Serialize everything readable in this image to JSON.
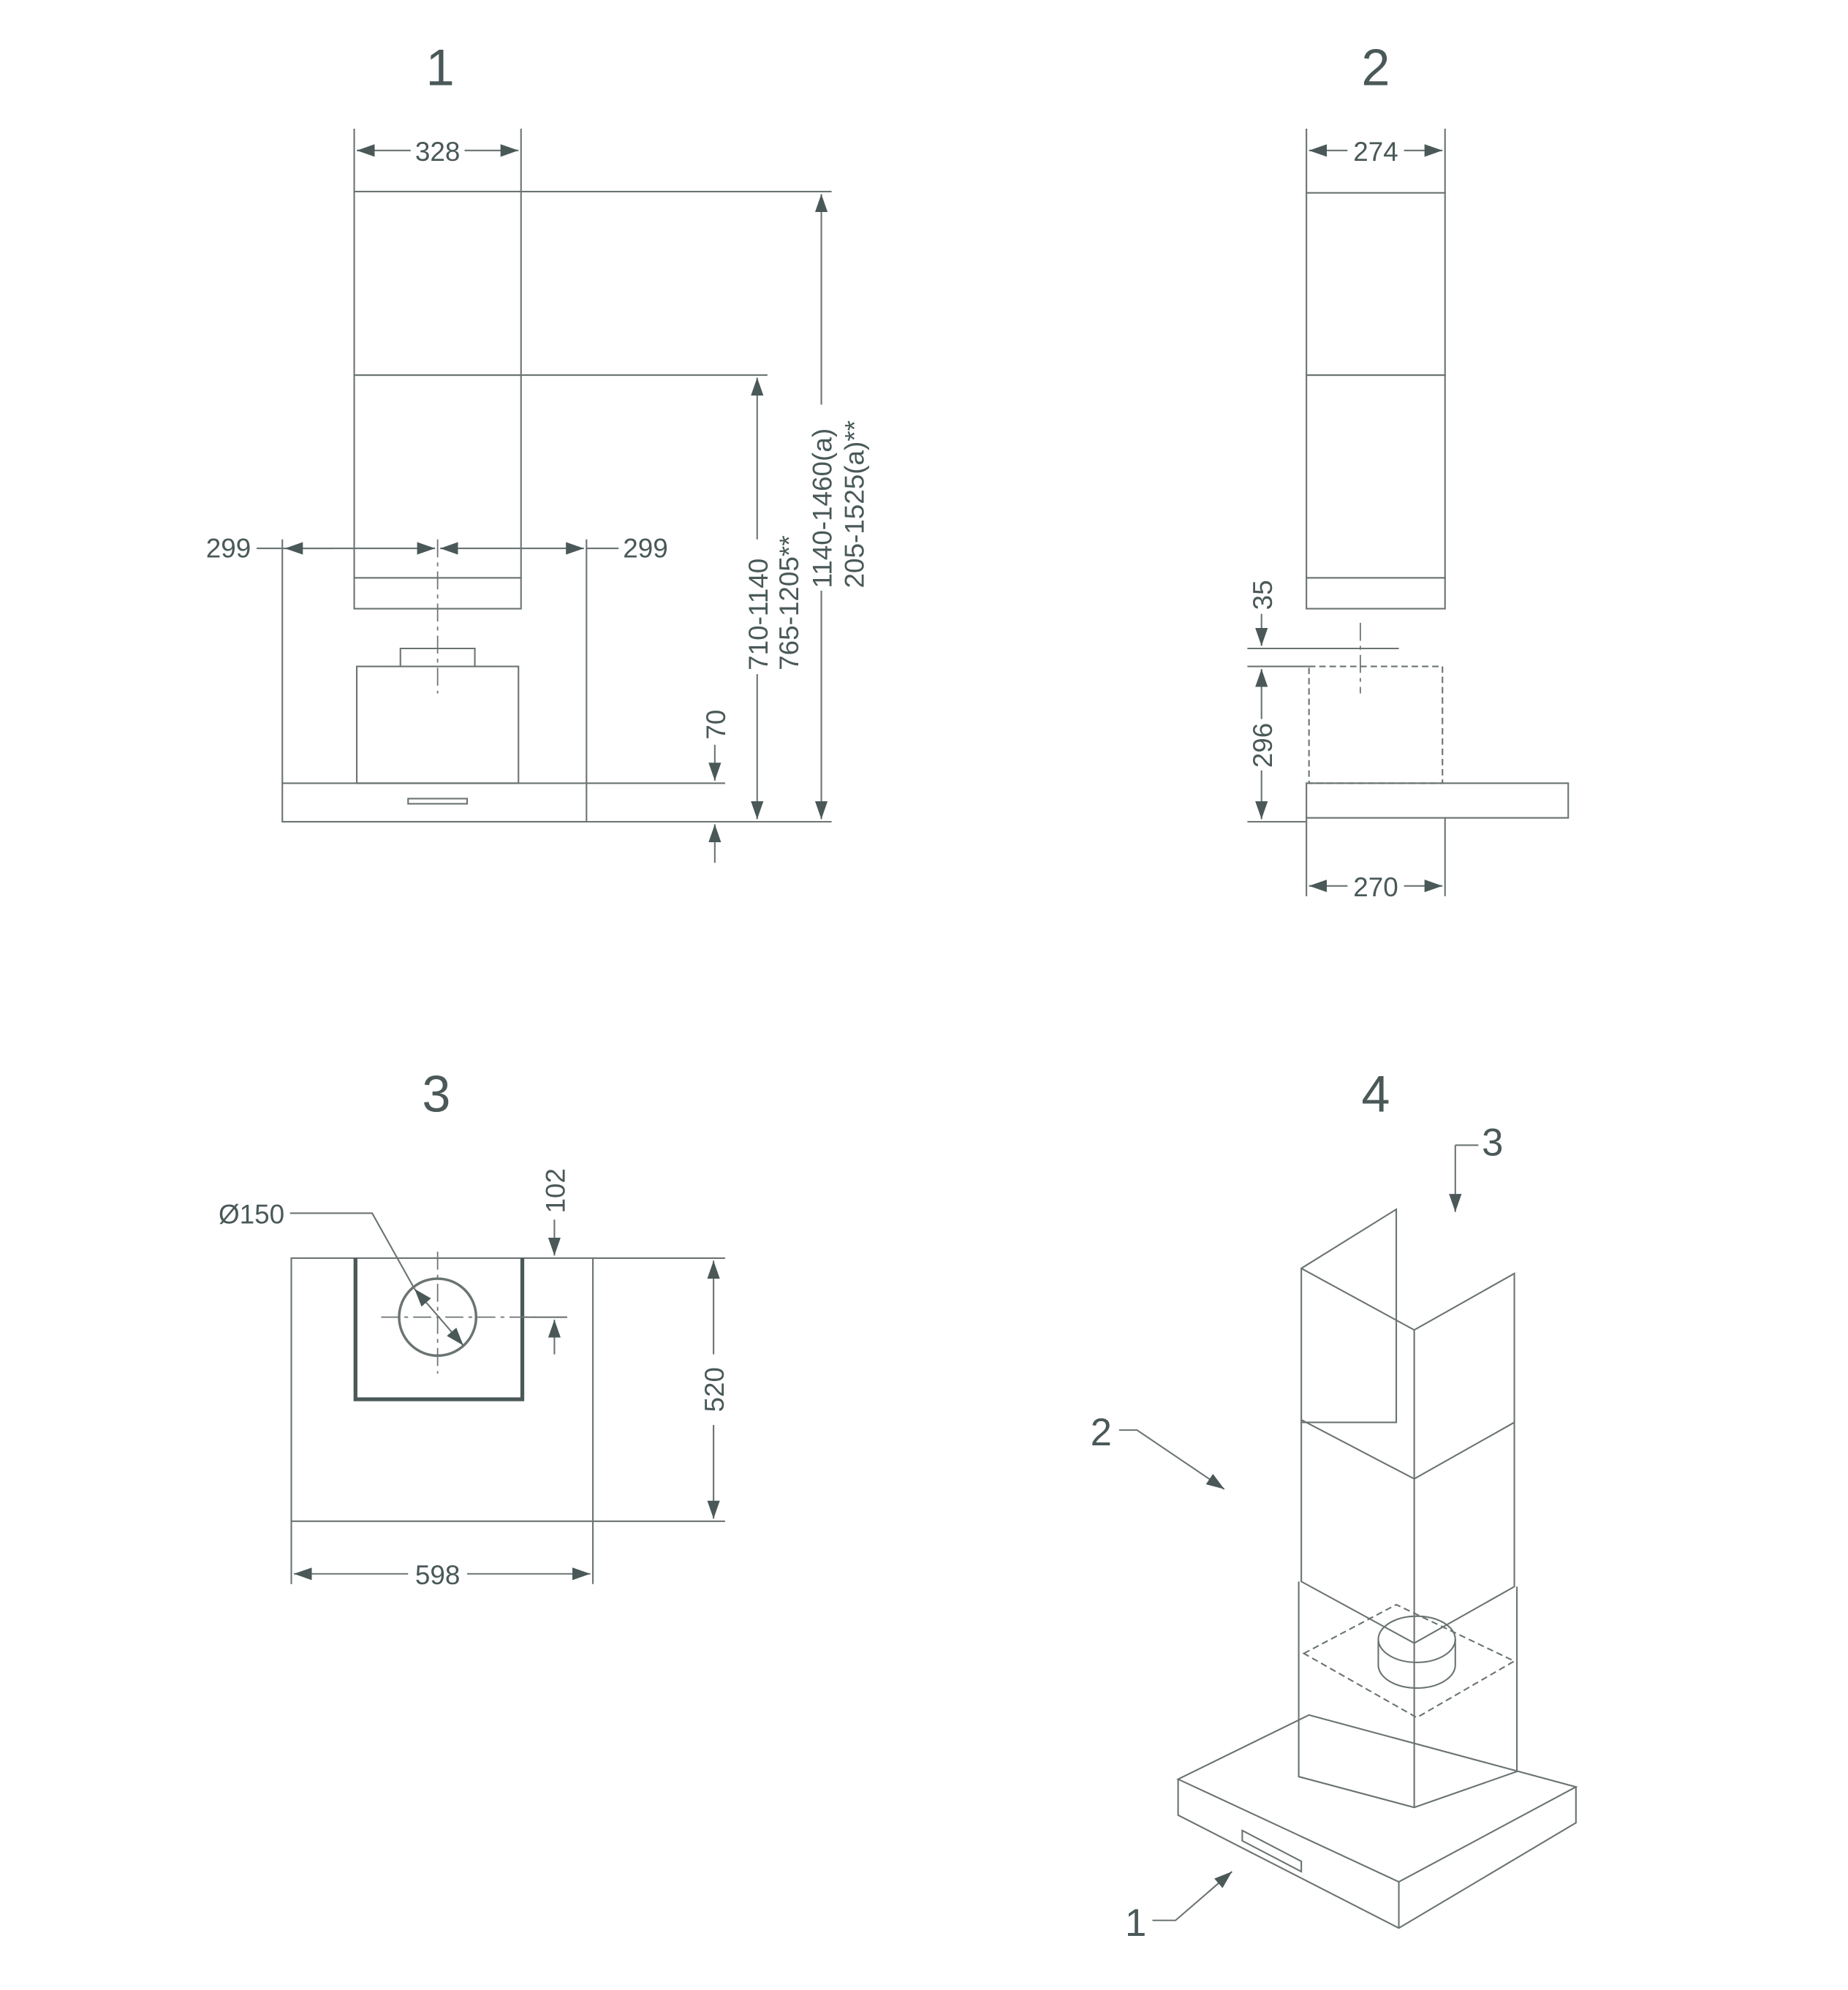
{
  "views": {
    "v1": {
      "title": "1",
      "width": "328",
      "left": "299",
      "right": "299",
      "h1": "710-1140",
      "h2": "765-1205**",
      "h3": "1140-1460(a)",
      "h4": "205-1525(a)**",
      "h5": "70"
    },
    "v2": {
      "title": "2",
      "width_top": "274",
      "width_bottom": "270",
      "h1": "35",
      "h2": "296"
    },
    "v3": {
      "title": "3",
      "diameter": "Ø150",
      "offset": "102",
      "depth": "520",
      "width": "598"
    },
    "v4": {
      "title": "4",
      "callout1": "1",
      "callout2": "2",
      "callout3": "3"
    }
  },
  "colors": {
    "ink": "#4a5858",
    "line": "#6b7373"
  }
}
